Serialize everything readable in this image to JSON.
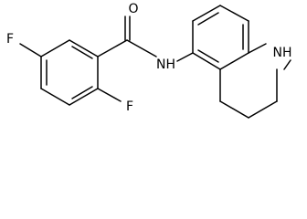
{
  "molecule": {
    "atoms": {
      "O": "O",
      "NH_amide": "NH",
      "NH_ring": "NH",
      "F_top": "F",
      "F_bottom": "F"
    },
    "colors": {
      "bond": "#000000",
      "label": "#000000",
      "background": "#ffffff"
    }
  }
}
